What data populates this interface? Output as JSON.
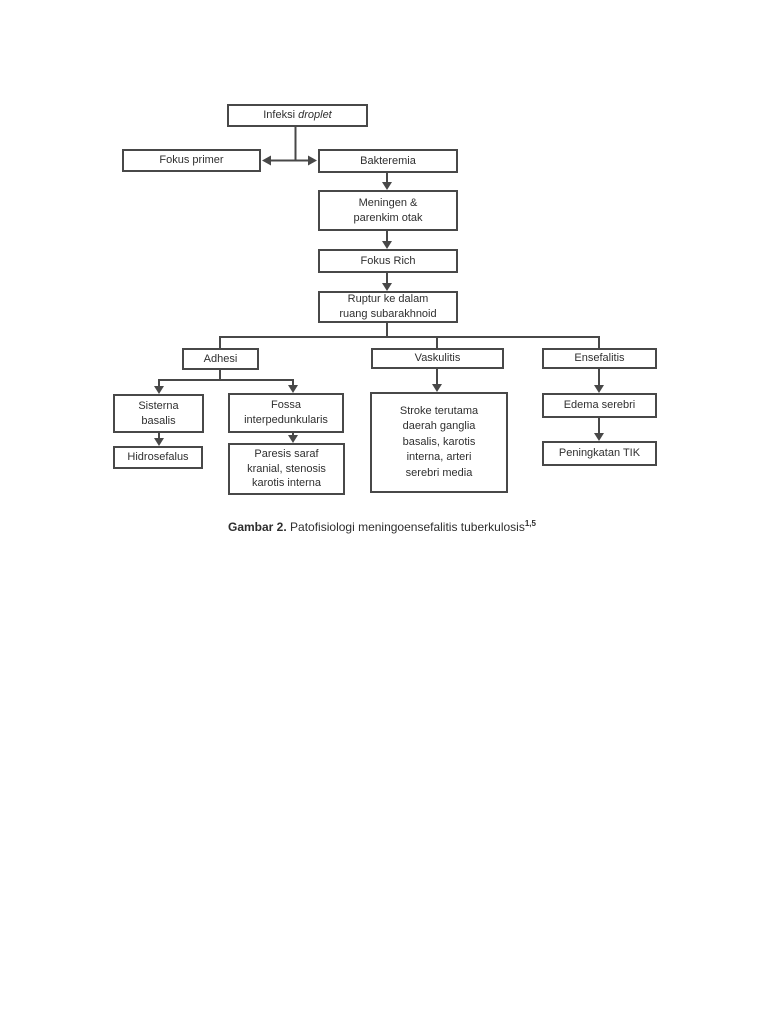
{
  "figure": {
    "title_hint": "Flowchart patofisiologi meningoensefalitis tuberkulosis",
    "colors": {
      "line": "#484848",
      "text": "#2f2f2f",
      "background": "#ffffff"
    },
    "nodes": {
      "infeksi": {
        "prefix": "Infeksi ",
        "italic": "droplet"
      },
      "fokus_primer": "Fokus primer",
      "bakteremia": "Bakteremia",
      "meningen": "Meningen &\nparenkim otak",
      "fokus_rich": "Fokus Rich",
      "ruptur": "Ruptur ke dalam\nruang subarakhnoid",
      "adhesi": "Adhesi",
      "vaskulitis": "Vaskulitis",
      "ensefalitis": "Ensefalitis",
      "sisterna": "Sisterna\nbasalis",
      "fossa": "Fossa\ninterpedunkularis",
      "stroke": "Stroke terutama\ndaerah ganglia\nbasalis, karotis\ninterna, arteri\nserebri media",
      "edema": "Edema serebri",
      "hidrosefalus": "Hidrosefalus",
      "paresis": "Paresis saraf\nkranial, stenosis\nkarotis interna",
      "peningkatan_tik": "Peningkatan TIK"
    },
    "edges": [
      {
        "from": "infeksi",
        "to": "fokus_primer",
        "arrowhead": true
      },
      {
        "from": "infeksi",
        "to": "bakteremia",
        "arrowhead": true
      },
      {
        "from": "bakteremia",
        "to": "meningen",
        "arrowhead": true
      },
      {
        "from": "meningen",
        "to": "fokus_rich",
        "arrowhead": true
      },
      {
        "from": "fokus_rich",
        "to": "ruptur",
        "arrowhead": true
      },
      {
        "from": "ruptur",
        "to": "adhesi",
        "arrowhead": false
      },
      {
        "from": "ruptur",
        "to": "vaskulitis",
        "arrowhead": false
      },
      {
        "from": "ruptur",
        "to": "ensefalitis",
        "arrowhead": false
      },
      {
        "from": "adhesi",
        "to": "sisterna",
        "arrowhead": true
      },
      {
        "from": "adhesi",
        "to": "fossa",
        "arrowhead": true
      },
      {
        "from": "sisterna",
        "to": "hidrosefalus",
        "arrowhead": true
      },
      {
        "from": "fossa",
        "to": "paresis",
        "arrowhead": true
      },
      {
        "from": "vaskulitis",
        "to": "stroke",
        "arrowhead": true
      },
      {
        "from": "ensefalitis",
        "to": "edema",
        "arrowhead": true
      },
      {
        "from": "edema",
        "to": "peningkatan_tik",
        "arrowhead": true
      }
    ]
  },
  "caption": {
    "bold": "Gambar 2.",
    "text": " Patofisiologi meningoensefalitis tuberkulosis",
    "superscript": "1,5"
  }
}
